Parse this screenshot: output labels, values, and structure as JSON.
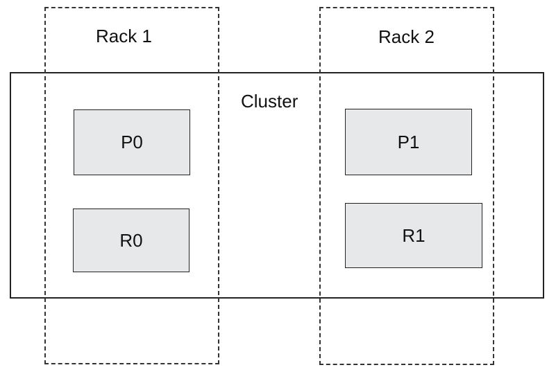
{
  "racks": [
    {
      "label": "Rack 1"
    },
    {
      "label": "Rack 2"
    }
  ],
  "cluster": {
    "label": "Cluster"
  },
  "nodes": {
    "p0": "P0",
    "r0": "R0",
    "p1": "P1",
    "r1": "R1"
  },
  "colors": {
    "node_fill": "#e6e8ea",
    "border": "#222222",
    "background": "#ffffff"
  }
}
